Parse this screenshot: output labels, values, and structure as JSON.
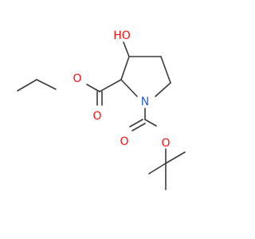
{
  "structure": {
    "atoms": {
      "hydroxyl_oxygen": "HO",
      "ester_ether_oxygen": "O",
      "ester_carbonyl_oxygen": "O",
      "ring_nitrogen": "N",
      "boc_carbonyl_oxygen": "O",
      "boc_ether_oxygen": "O"
    },
    "colors": {
      "oxygen": "#ff0d0d",
      "nitrogen": "#2b5fd9",
      "bond": "#3a3a3a"
    }
  }
}
